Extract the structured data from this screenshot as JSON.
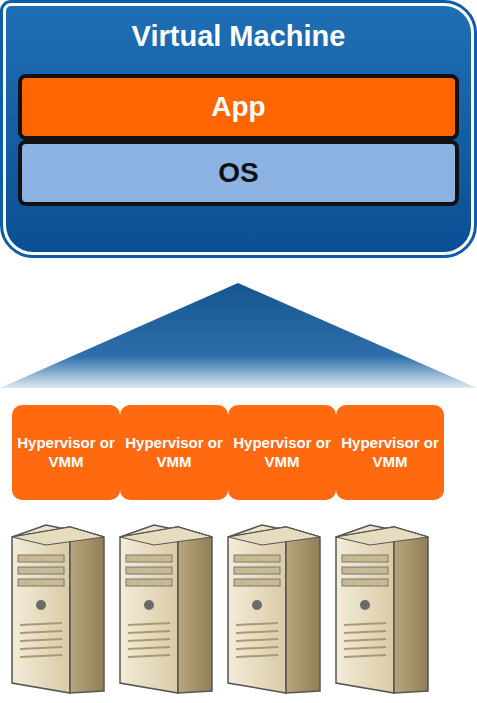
{
  "diagram": {
    "nodes": [
      {
        "text": [
          "Virtual Machine"
        ]
      },
      {
        "text": [
          "App"
        ],
        "in": 0
      },
      {
        "text": [
          "OS"
        ],
        "in": 0
      },
      {
        "text": [
          "Hypervisor or VMM"
        ]
      },
      {
        "text": [
          "Hypervisor or VMM"
        ]
      },
      {
        "text": [
          "Hypervisor or VMM"
        ]
      },
      {
        "text": [
          "Hypervisor or VMM"
        ]
      }
    ]
  }
}
